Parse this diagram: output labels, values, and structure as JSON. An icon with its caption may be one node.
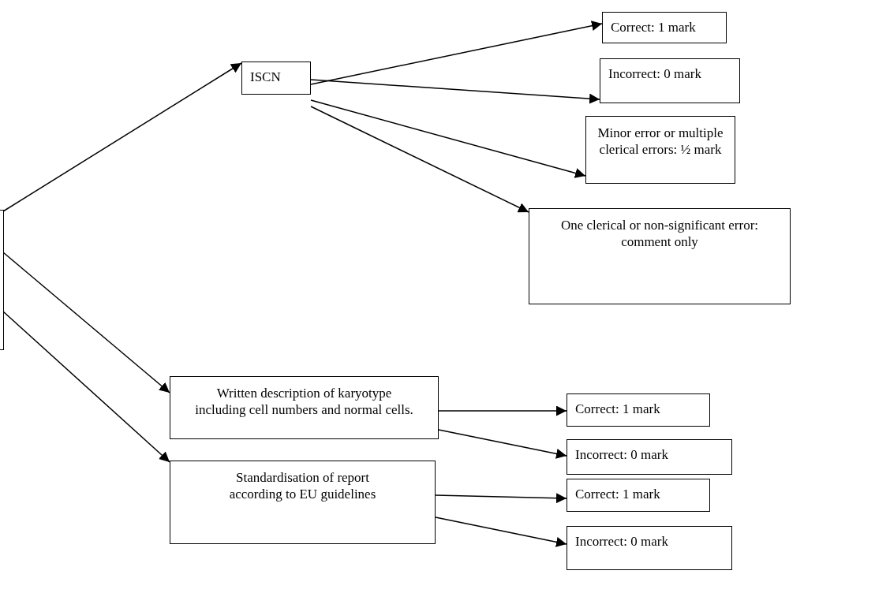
{
  "diagram": {
    "nodes": [
      {
        "text": [],
        "shape": "box"
      },
      {
        "text": [
          "ISCN"
        ]
      },
      {
        "text": [
          "Correct: 1 mark"
        ]
      },
      {
        "text": [
          "Incorrect:  0 mark"
        ]
      },
      {
        "text": [
          "Minor error or multiple clerical errors: ½ mark"
        ]
      },
      {
        "text": [
          "One clerical or non-significant error: comment only"
        ]
      },
      {
        "text": [
          "Written description of karyotype including cell numbers and normal cells."
        ]
      },
      {
        "text": [
          "Correct: 1 mark"
        ]
      },
      {
        "text": [
          "Incorrect:  0 mark"
        ]
      },
      {
        "text": [
          "Standardisation of report according to EU guidelines"
        ]
      },
      {
        "text": [
          "Correct: 1 mark"
        ]
      },
      {
        "text": [
          "Incorrect:  0 mark"
        ]
      }
    ],
    "edges": [
      {
        "from": 0,
        "to": 1,
        "arrow": "to"
      },
      {
        "from": 0,
        "to": 6,
        "arrow": "to"
      },
      {
        "from": 0,
        "to": 9,
        "arrow": "to"
      },
      {
        "from": 1,
        "to": 2,
        "arrow": "to"
      },
      {
        "from": 1,
        "to": 3,
        "arrow": "to"
      },
      {
        "from": 1,
        "to": 4,
        "arrow": "to"
      },
      {
        "from": 1,
        "to": 5,
        "arrow": "to"
      },
      {
        "from": 6,
        "to": 7,
        "arrow": "to"
      },
      {
        "from": 6,
        "to": 8,
        "arrow": "to"
      },
      {
        "from": 9,
        "to": 10,
        "arrow": "to"
      },
      {
        "from": 9,
        "to": 11,
        "arrow": "to"
      }
    ]
  }
}
